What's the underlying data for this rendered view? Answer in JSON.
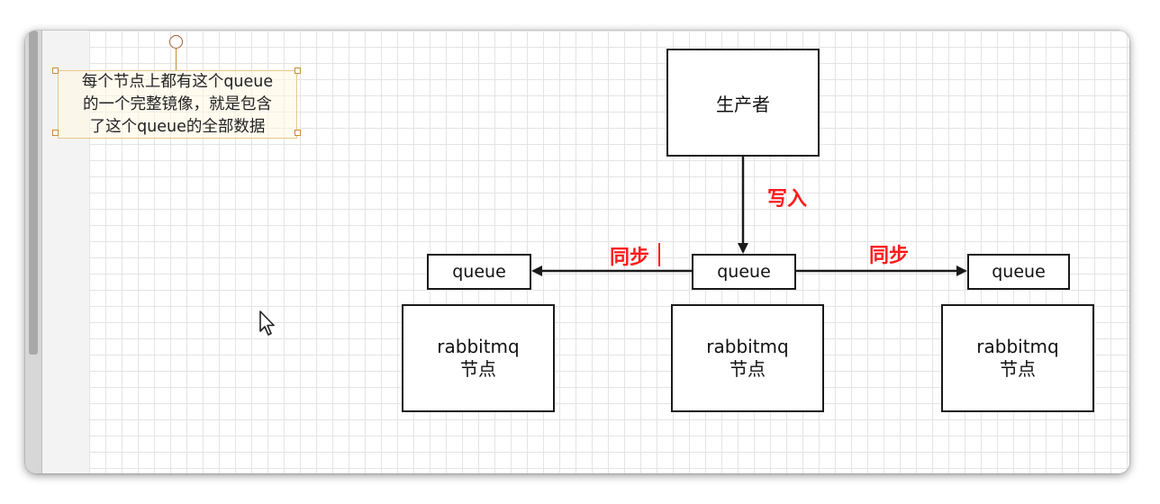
{
  "note": {
    "text": "每个节点上都有这个queue\n的一个完整镜像，就是包含\n了这个queue的全部数据"
  },
  "producer": {
    "label": "生产者"
  },
  "queues": {
    "left": "queue",
    "center": "queue",
    "right": "queue"
  },
  "nodes": {
    "left": {
      "line1": "rabbitmq",
      "line2": "节点"
    },
    "center": {
      "line1": "rabbitmq",
      "line2": "节点"
    },
    "right": {
      "line1": "rabbitmq",
      "line2": "节点"
    }
  },
  "edges": {
    "write_label": "写入",
    "sync_left_label": "同步",
    "sync_right_label": "同步"
  },
  "colors": {
    "edge_label": "#ff1a1a",
    "stroke": "#1a1a1a",
    "grid": "#e4e4e4",
    "selection": "#c98a3a"
  }
}
